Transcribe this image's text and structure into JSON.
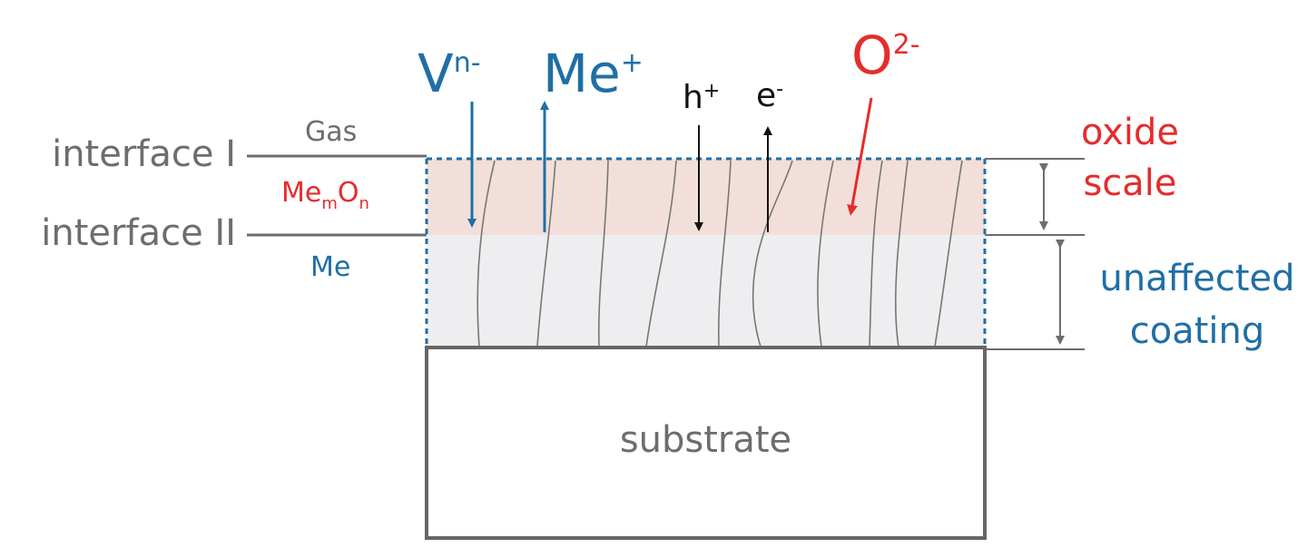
{
  "labels": {
    "interface_1": "interface I",
    "interface_2": "interface II",
    "gas": "Gas",
    "oxide_formula": {
      "base1": "Me",
      "sub1": "m",
      "base2": "O",
      "sub2": "n"
    },
    "metal": "Me",
    "oxide_scale_line1": "oxide",
    "oxide_scale_line2": "scale",
    "unaffected_line1": "unaffected",
    "unaffected_line2": "coating",
    "substrate": "substrate"
  },
  "species": {
    "vacancy": {
      "base": "V",
      "sup": "n-"
    },
    "metal_ion": {
      "base": "Me",
      "sup": "+"
    },
    "hole": {
      "base": "h",
      "sup": "+"
    },
    "electron": {
      "base": "e",
      "sup": "-"
    },
    "oxygen": {
      "base": "O",
      "sup": "2-"
    }
  },
  "colors": {
    "gray": "#6d6d6d",
    "blue": "#1f6fa5",
    "red": "#e52c2c",
    "oxide_fill": "#f3dfd9",
    "coating_fill": "#eeeef0",
    "line": "#6d6d6d"
  }
}
